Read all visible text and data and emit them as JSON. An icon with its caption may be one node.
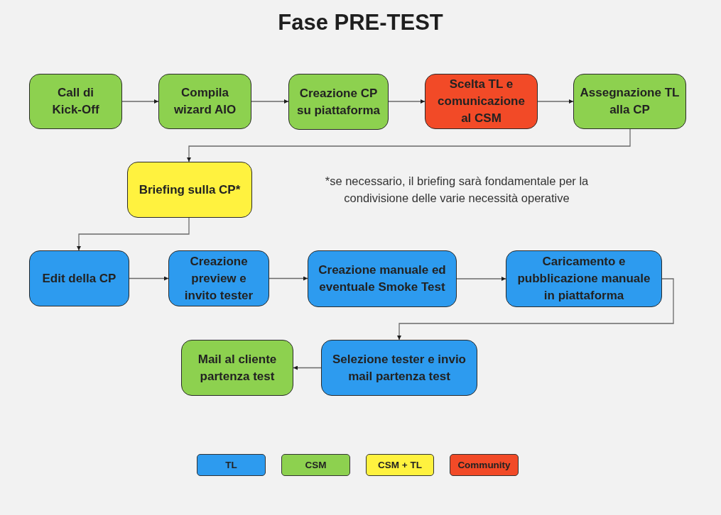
{
  "diagram": {
    "title": "Fase PRE-TEST",
    "nodes": [
      {
        "text": [
          "Call di Kick-Off"
        ]
      },
      {
        "text": [
          "Compila wizard AIO"
        ]
      },
      {
        "text": [
          "Creazione CP su piattaforma"
        ]
      },
      {
        "text": [
          "Scelta TL e comunicazione al CSM"
        ]
      },
      {
        "text": [
          "Assegnazione TL alla CP"
        ]
      },
      {
        "text": [
          "Briefing sulla CP*"
        ]
      },
      {
        "text": [
          "Edit della CP"
        ]
      },
      {
        "text": [
          "Creazione preview e invito tester"
        ]
      },
      {
        "text": [
          "Creazione manuale ed eventuale Smoke Test"
        ]
      },
      {
        "text": [
          "Caricamento e pubblicazione manuale in piattaforma"
        ]
      },
      {
        "text": [
          "Selezione tester e invio mail partenza test"
        ]
      },
      {
        "text": [
          "Mail al cliente partenza test"
        ]
      }
    ],
    "edges": [
      {
        "from": 0,
        "to": 1,
        "arrow": "to"
      },
      {
        "from": 1,
        "to": 2,
        "arrow": "to"
      },
      {
        "from": 2,
        "to": 3,
        "arrow": "to"
      },
      {
        "from": 3,
        "to": 4,
        "arrow": "to"
      },
      {
        "from": 4,
        "to": 5,
        "arrow": "to"
      },
      {
        "from": 5,
        "to": 6,
        "arrow": "to"
      },
      {
        "from": 6,
        "to": 7,
        "arrow": "to"
      },
      {
        "from": 7,
        "to": 8,
        "arrow": "to"
      },
      {
        "from": 8,
        "to": 9,
        "arrow": "to"
      },
      {
        "from": 9,
        "to": 10,
        "arrow": "to"
      },
      {
        "from": 10,
        "to": 11,
        "arrow": "to"
      }
    ],
    "labels": [
      "*se necessario, il briefing sarà fondamentale per la condivisione delle varie necessità operative"
    ],
    "legend": [
      {
        "text": "TL",
        "color": "#2d9bef"
      },
      {
        "text": "CSM",
        "color": "#8dd14f"
      },
      {
        "text": "CSM + TL",
        "color": "#fff23f"
      },
      {
        "text": "Community",
        "color": "#f24a27"
      }
    ]
  }
}
